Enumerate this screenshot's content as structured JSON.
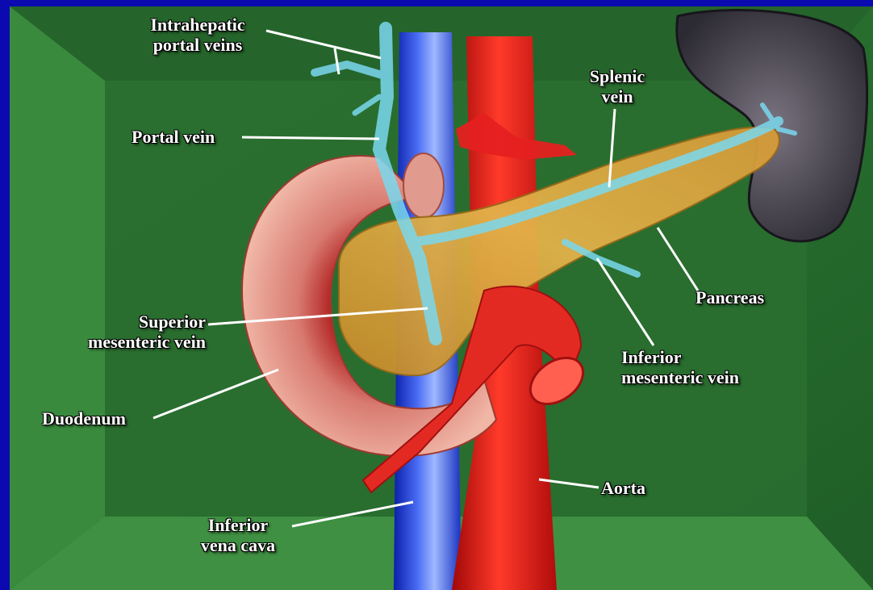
{
  "labels": {
    "intrahepatic_portal_veins": [
      "Intrahepatic",
      "portal veins"
    ],
    "portal_vein": [
      "Portal vein"
    ],
    "splenic_vein": [
      "Splenic",
      "vein"
    ],
    "pancreas": [
      "Pancreas"
    ],
    "superior_mesenteric_vein": [
      "Superior",
      "mesenteric vein"
    ],
    "inferior_mesenteric_vein": [
      "Inferior",
      "mesenteric vein"
    ],
    "duodenum": [
      "Duodenum"
    ],
    "aorta": [
      "Aorta"
    ],
    "inferior_vena_cava": [
      "Inferior",
      "vena cava"
    ]
  },
  "colors": {
    "frame": "#0a0ab0",
    "background_green": "#2e7a34",
    "vein_blue": "#2040e0",
    "portal_cyan": "#6fd8ee",
    "artery_red": "#e01818",
    "pancreas_gold": "#d6a23a",
    "duodenum_pink": "#d98a80",
    "spleen_gray": "#4a4650"
  }
}
